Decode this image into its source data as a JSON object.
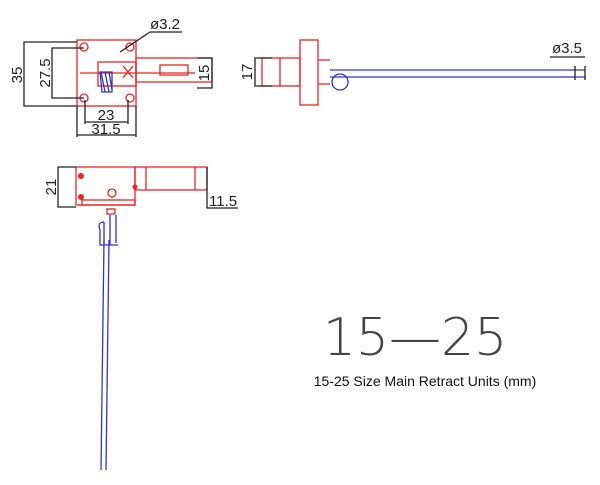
{
  "top_view": {
    "hole_dia": "ø3.2",
    "height_outer": "35",
    "height_inner": "27.5",
    "shaft_height": "15",
    "hole_spacing": "23",
    "width": "31.5"
  },
  "side_view": {
    "flange_height": "17",
    "rod_dia": "ø3.5"
  },
  "front_view": {
    "height": "21",
    "shaft_height": "11.5"
  },
  "size_label": "15—25",
  "caption": "15-25 Size Main Retract Units (mm)",
  "colors": {
    "body": "#ee2222",
    "leg": "#3333cc",
    "dimension": "#222222"
  }
}
